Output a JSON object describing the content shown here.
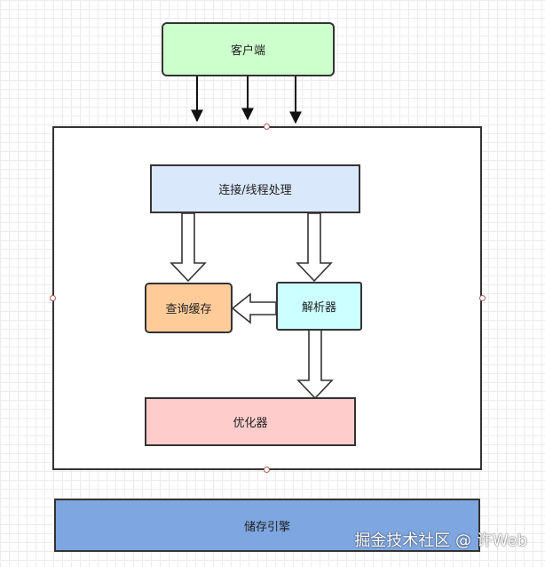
{
  "diagram": {
    "nodes": {
      "client": {
        "label": "客户端",
        "color": "#ccffcc"
      },
      "connection": {
        "label": "连接/线程处理",
        "color": "#dae8fc"
      },
      "query_cache": {
        "label": "查询缓存",
        "color": "#ffcc99"
      },
      "parser": {
        "label": "解析器",
        "color": "#ccffff"
      },
      "optimizer": {
        "label": "优化器",
        "color": "#ffcccc"
      },
      "storage_engine": {
        "label": "储存引擎",
        "color": "#7ea6e0"
      }
    },
    "edges": [
      {
        "from": "client",
        "to": "server",
        "style": "arrow"
      },
      {
        "from": "client",
        "to": "server",
        "style": "arrow"
      },
      {
        "from": "client",
        "to": "server",
        "style": "arrow"
      },
      {
        "from": "connection",
        "to": "query_cache",
        "style": "hollow-arrow"
      },
      {
        "from": "connection",
        "to": "parser",
        "style": "hollow-arrow"
      },
      {
        "from": "parser",
        "to": "query_cache",
        "style": "hollow-arrow"
      },
      {
        "from": "parser",
        "to": "optimizer",
        "style": "hollow-arrow"
      }
    ]
  },
  "watermark": "掘金技术社区 @ 许Web"
}
